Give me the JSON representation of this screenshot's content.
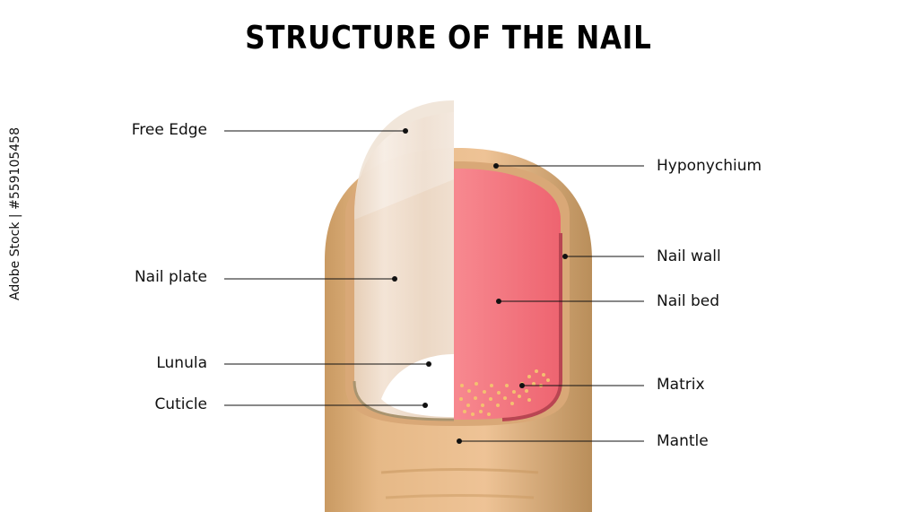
{
  "title": "STRUCTURE OF THE NAIL",
  "labels": {
    "free_edge": "Free Edge",
    "nail_plate": "Nail plate",
    "lunula": "Lunula",
    "cuticle": "Cuticle",
    "hyponychium": "Hyponychium",
    "nail_wall": "Nail wall",
    "nail_bed": "Nail bed",
    "matrix": "Matrix",
    "mantle": "Mantle"
  },
  "watermark": "Adobe Stock | #559105458",
  "colors": {
    "skin": "#e3b07a",
    "nail_bed": "#f2707a",
    "nail_plate": "#f3ebe4",
    "matrix_dots": "#f4c070"
  }
}
